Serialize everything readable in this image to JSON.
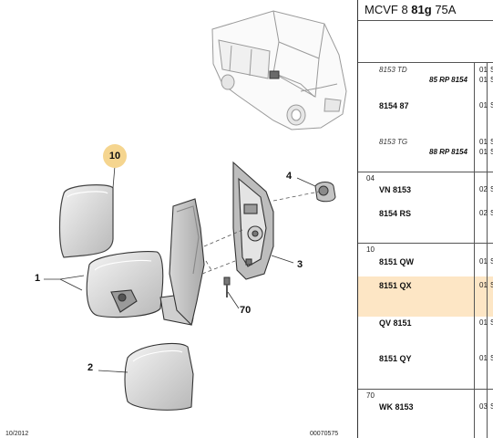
{
  "diagram": {
    "callouts": {
      "c1": "1",
      "c2": "2",
      "c3": "3",
      "c4": "4",
      "c10": "10",
      "c70": "70"
    },
    "footer_left": "10/2012",
    "footer_right": "00070575"
  },
  "panel": {
    "title_prefix": "MCVF 8",
    "title_bold": "81g",
    "title_suffix": "75A",
    "rows": [
      {
        "group": "",
        "ref": "8153 TD",
        "style": "italic",
        "qty": "01",
        "edge": "S"
      },
      {
        "group": "",
        "ref": "85 RP 8154",
        "style": "alt",
        "qty": "01",
        "edge": "S"
      },
      {
        "group": "",
        "ref": "8154 87",
        "style": "bold",
        "qty": "01",
        "edge": "S"
      },
      {
        "group": "",
        "ref": "8153 TG",
        "style": "italic",
        "qty": "01",
        "edge": "S"
      },
      {
        "group": "",
        "ref": "88 RP 8154",
        "style": "alt",
        "qty": "01",
        "edge": "S"
      },
      {
        "group": "04",
        "ref": "VN 8153",
        "style": "bold",
        "qty": "02",
        "edge": "S"
      },
      {
        "group": "",
        "ref": "8154 RS",
        "style": "bold",
        "qty": "02",
        "edge": "S"
      },
      {
        "group": "10",
        "ref": "8151 QW",
        "style": "bold",
        "qty": "01",
        "edge": "S"
      },
      {
        "group": "",
        "ref": "8151 QX",
        "style": "bold",
        "qty": "01",
        "edge": "S"
      },
      {
        "group": "",
        "ref": "QV 8151",
        "style": "bold",
        "qty": "01",
        "edge": "S"
      },
      {
        "group": "",
        "ref": "8151 QY",
        "style": "bold",
        "qty": "01",
        "edge": "S"
      },
      {
        "group": "70",
        "ref": "WK 8153",
        "style": "bold",
        "qty": "03",
        "edge": "S"
      }
    ]
  }
}
